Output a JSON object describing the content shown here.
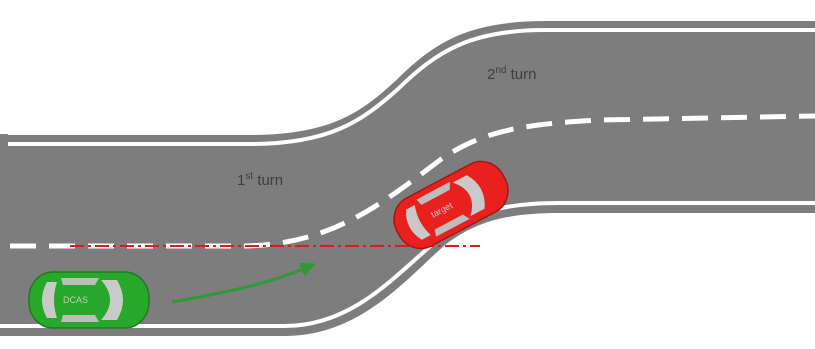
{
  "labels": {
    "first_turn": {
      "ordinal": "1",
      "suffix": "st",
      "word": " turn"
    },
    "second_turn": {
      "ordinal": "2",
      "suffix": "nd",
      "word": " turn"
    }
  },
  "vehicles": {
    "ego": {
      "label": "DCAS",
      "color": "#27a82b"
    },
    "target": {
      "label": "target",
      "color": "#e8201e"
    }
  },
  "colors": {
    "road": "#7d7d7d",
    "lane_marking": "#ffffff",
    "edge_line": "#ffffff",
    "reference_line": "#d21f1f",
    "trajectory_arrow": "#2f9a34"
  }
}
